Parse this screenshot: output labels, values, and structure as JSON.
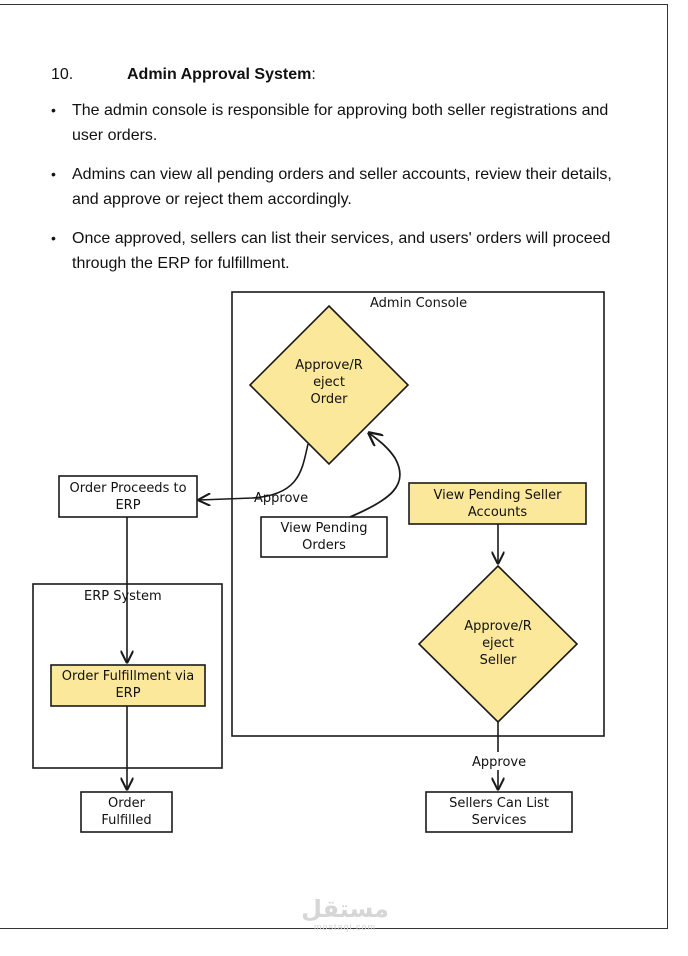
{
  "section": {
    "number": "10.",
    "title": "Admin Approval System",
    "title_suffix": ":"
  },
  "bullets": [
    {
      "symbol": "•",
      "text": "The admin console is responsible for approving both seller registrations and user orders."
    },
    {
      "symbol": "•",
      "text": "Admins can view all pending orders and seller accounts, review their details, and approve or reject them accordingly."
    },
    {
      "symbol": "•",
      "text": "Once approved, sellers can list their services, and users' orders will proceed through the ERP for fulfillment."
    }
  ],
  "diagram": {
    "admin_console_label": "Admin Console",
    "erp_system_label": "ERP System",
    "approve_reject_order": [
      "Approve/R",
      "eject",
      "Order"
    ],
    "view_pending_orders": [
      "View Pending",
      "Orders"
    ],
    "order_proceeds_to_erp": [
      "Order Proceeds to",
      "ERP"
    ],
    "view_pending_seller_accounts": [
      "View Pending Seller",
      "Accounts"
    ],
    "approve_reject_seller": [
      "Approve/R",
      "eject",
      "Seller"
    ],
    "order_fulfillment_via_erp": [
      "Order Fulfillment via",
      "ERP"
    ],
    "order_fulfilled": [
      "Order",
      "Fulfilled"
    ],
    "sellers_can_list_services": [
      "Sellers Can List",
      "Services"
    ],
    "approve_label_left": "Approve",
    "approve_label_right": "Approve",
    "colors": {
      "highlight_fill": "#fbe89a",
      "stroke": "#1a1a1a"
    }
  },
  "watermark": {
    "arabic": "مستقل",
    "latin": "mostaql.com"
  }
}
